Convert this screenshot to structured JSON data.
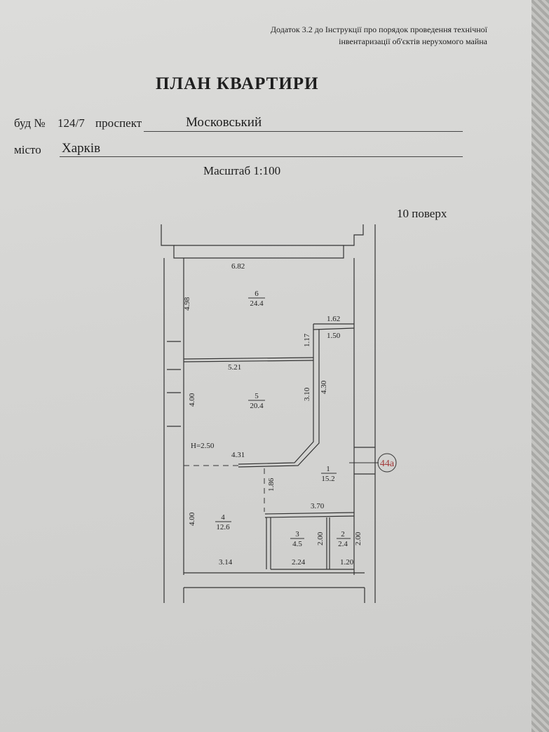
{
  "annex": {
    "line1": "Додаток 3.2 до Інструкції про порядок проведення технічної",
    "line2": "інвентаризації об'єктів нерухомого майна"
  },
  "title": "ПЛАН КВАРТИРИ",
  "address": {
    "building_label": "буд №",
    "building_value": "124/7",
    "street_type": "проспект",
    "street_value": "Московський",
    "city_label": "місто",
    "city_value": "Харків"
  },
  "scale": "Масштаб 1:100",
  "floor": "10 поверх",
  "plan": {
    "rooms": [
      {
        "number": "6",
        "area": "24.4"
      },
      {
        "number": "5",
        "area": "20.4"
      },
      {
        "number": "1",
        "area": "15.2"
      },
      {
        "number": "4",
        "area": "12.6"
      },
      {
        "number": "3",
        "area": "4.5"
      },
      {
        "number": "2",
        "area": "2.4"
      }
    ],
    "dims": {
      "d682": "6.82",
      "d498": "4.98",
      "d162": "1.62",
      "d117": "1.17",
      "d150": "1.50",
      "d521": "5.21",
      "d400a": "4.00",
      "d310": "3.10",
      "d430": "4.30",
      "d431": "4.31",
      "d186": "1.86",
      "d370": "3.70",
      "d400b": "4.00",
      "d200a": "2.00",
      "d200b": "2.00",
      "d314": "3.14",
      "d224": "2.24",
      "d120": "1.20"
    },
    "height": "H=2.50",
    "apartment_marker": "44а"
  },
  "colors": {
    "marker": "#a33a3a"
  }
}
